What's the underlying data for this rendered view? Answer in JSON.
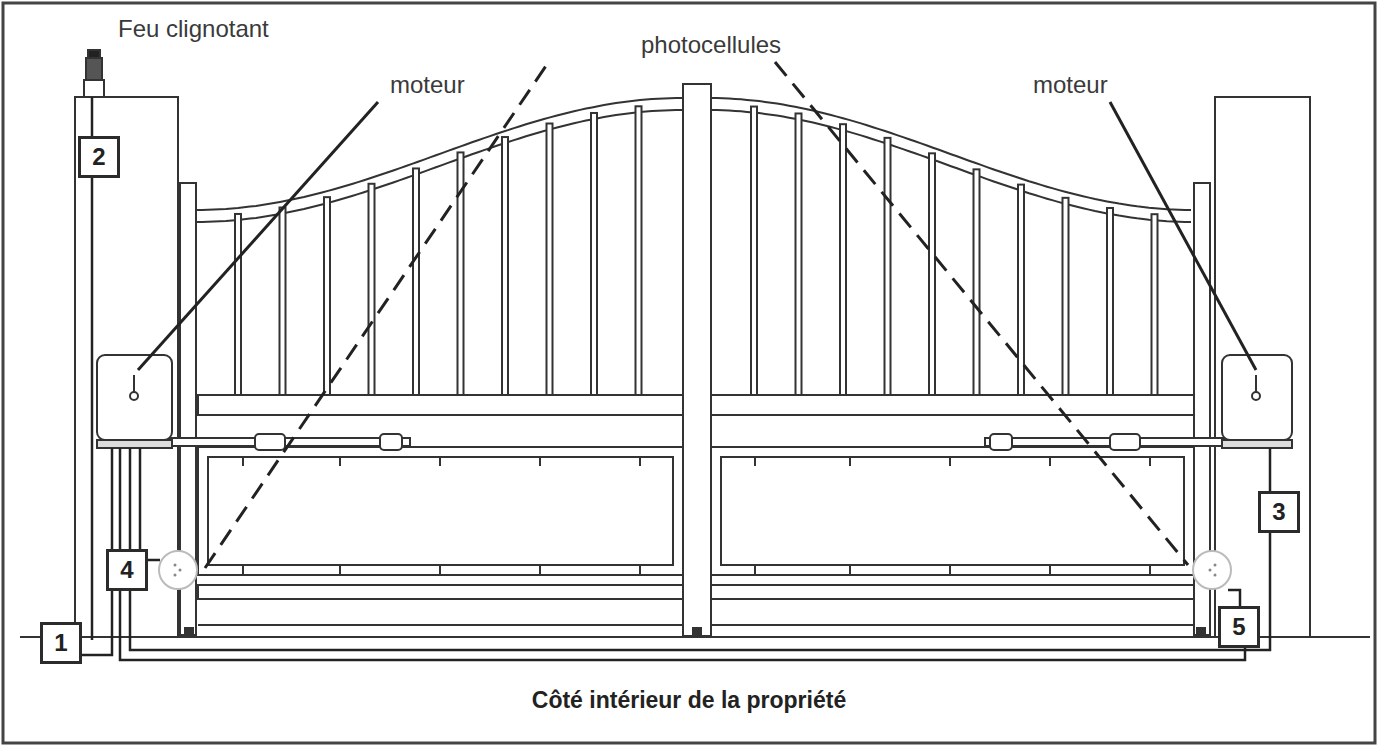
{
  "diagram": {
    "nodes": [
      {
        "text": [
          "2"
        ]
      },
      {
        "text": [
          "3"
        ]
      },
      {
        "text": [
          "4"
        ]
      },
      {
        "text": [
          "5"
        ]
      },
      {
        "text": [
          "1"
        ]
      }
    ],
    "labels": [
      "Feu clignotant",
      "photocellules",
      "moteur",
      "moteur",
      "Côté intérieur de la propriété"
    ]
  }
}
